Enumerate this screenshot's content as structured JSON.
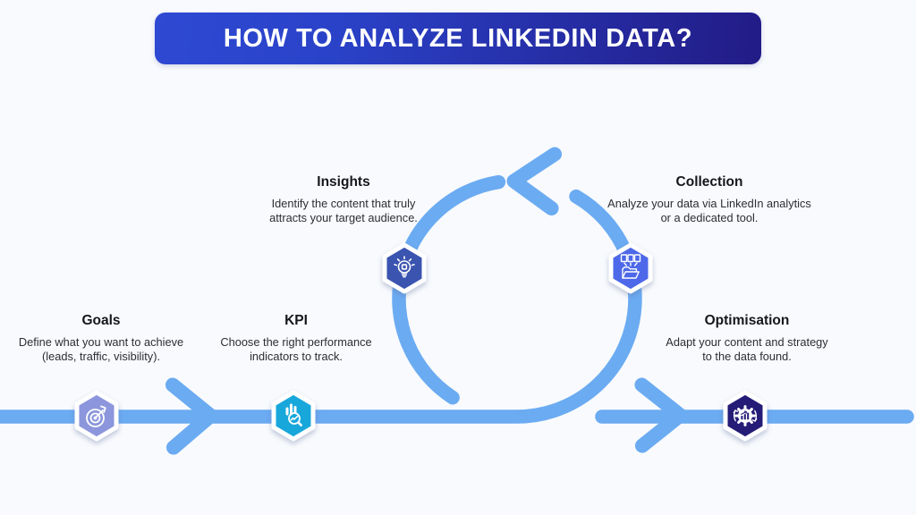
{
  "title_banner": {
    "text": "HOW TO ANALYZE LINKEDIN DATA?"
  },
  "colors": {
    "background": "#f8fafd",
    "flow_blue": "#6babf2",
    "banner_gradient_start": "#2e49d3",
    "banner_gradient_end": "#221b86",
    "title_text": "#ffffff",
    "stage_title_text": "#17171b",
    "stage_desc_text": "#2d2d33"
  },
  "stages": [
    {
      "label": "Goals",
      "description": "Define what you want to achieve\n(leads, traffic, visibility).",
      "icon": "target-dart-icon",
      "hex_color": "#8b96dc"
    },
    {
      "label": "KPI",
      "description": "Choose the right performance\nindicators to track.",
      "icon": "bar-chart-magnifier-icon",
      "hex_color": "#18a7db"
    },
    {
      "label": "Insights",
      "description": "Identify the content that truly\nattracts your target audience.",
      "icon": "lightbulb-idea-icon",
      "hex_color": "#3a54b0"
    },
    {
      "label": "Collection",
      "description": "Analyze your data via LinkedIn analytics\nor a dedicated tool.",
      "icon": "documents-folder-icon",
      "hex_color": "#4d68e8"
    },
    {
      "label": "Optimisation",
      "description": "Adapt your content and strategy\nto the data found.",
      "icon": "gear-optimization-icon",
      "hex_color": "#251c77"
    }
  ]
}
